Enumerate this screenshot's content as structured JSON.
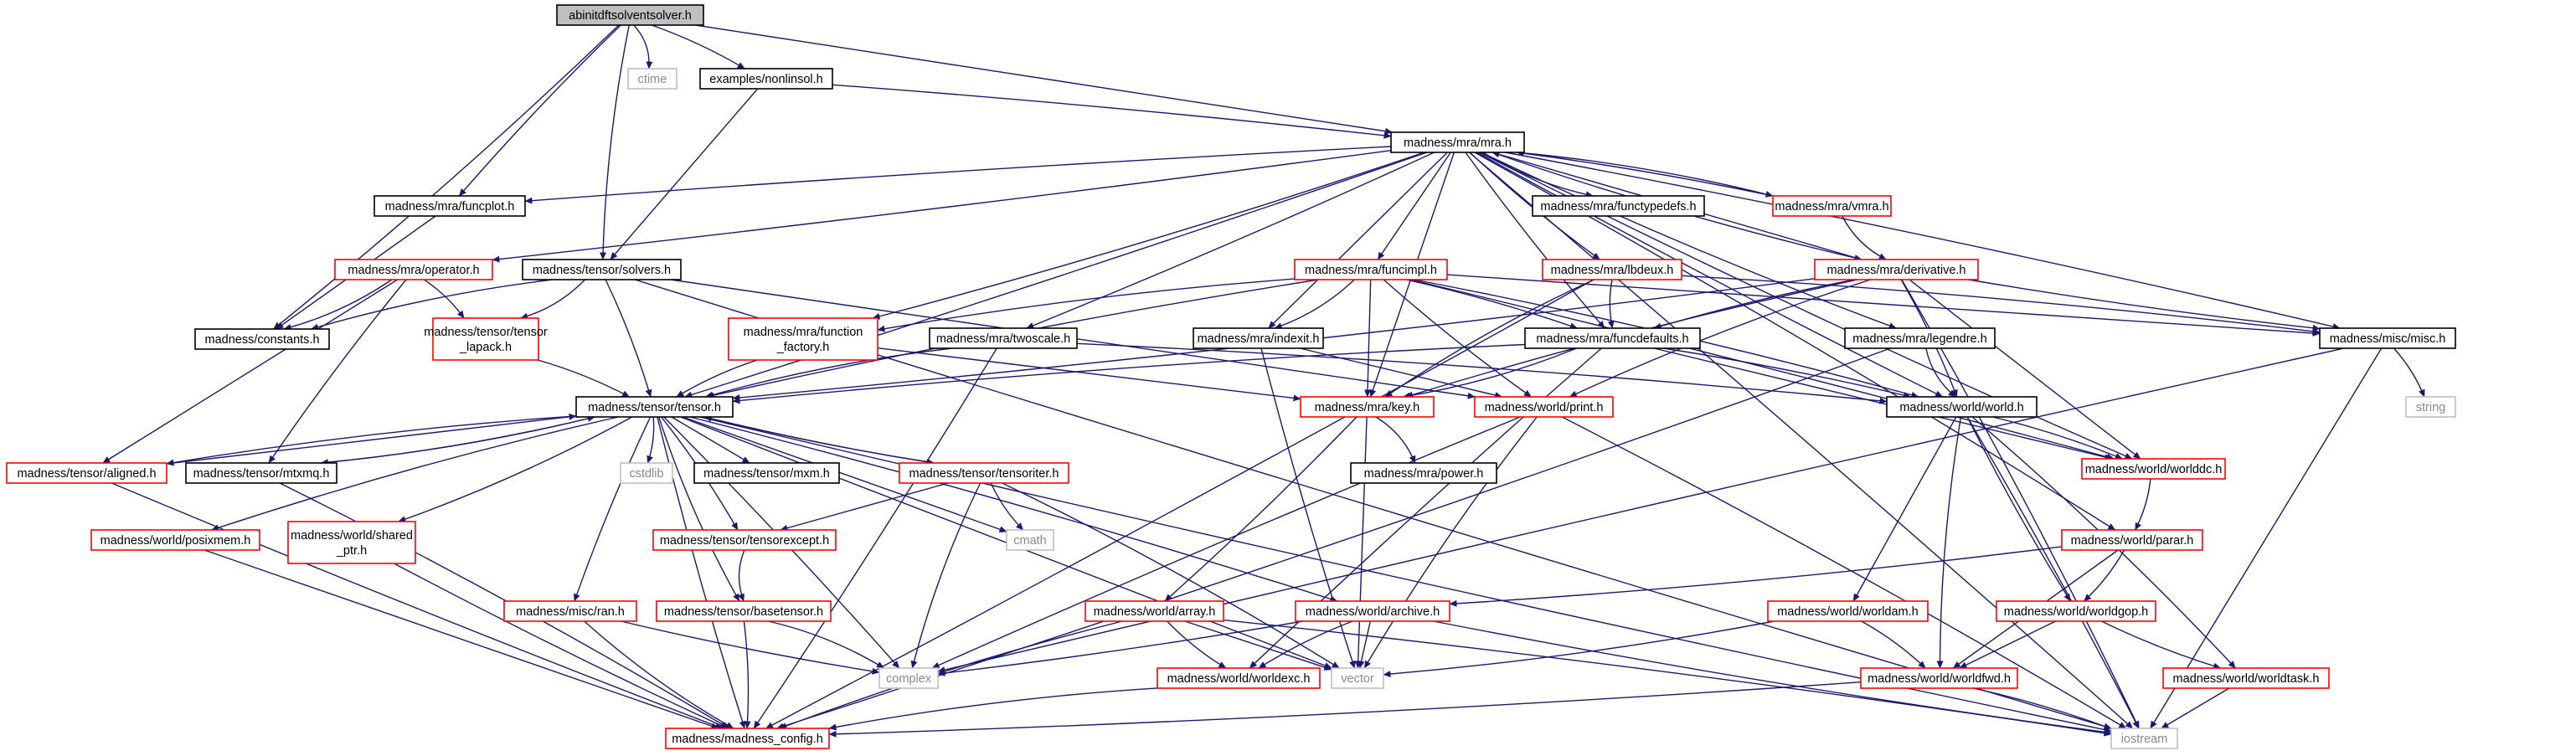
{
  "diagram": {
    "type": "include-dependency-graph",
    "colors": {
      "root_fill": "#bfbfbf",
      "normal_border": "#000000",
      "truncated_border": "#ff0000",
      "system_border": "#bfbfbf",
      "edge": "#191970",
      "background": "#ffffff"
    },
    "nodes": [
      {
        "id": "root",
        "label": "abinitdftsolventsolver.h",
        "style": "root"
      },
      {
        "id": "ctime",
        "label": "ctime",
        "style": "system"
      },
      {
        "id": "nonlinsol",
        "label": "examples/nonlinsol.h",
        "style": "normal"
      },
      {
        "id": "mra",
        "label": "madness/mra/mra.h",
        "style": "normal"
      },
      {
        "id": "funcplot",
        "label": "madness/mra/funcplot.h",
        "style": "normal"
      },
      {
        "id": "functypedefs",
        "label": "madness/mra/functypedefs.h",
        "style": "normal"
      },
      {
        "id": "vmra",
        "label": "madness/mra/vmra.h",
        "style": "truncated"
      },
      {
        "id": "operator",
        "label": "madness/mra/operator.h",
        "style": "truncated"
      },
      {
        "id": "solvers",
        "label": "madness/tensor/solvers.h",
        "style": "normal"
      },
      {
        "id": "funcimpl",
        "label": "madness/mra/funcimpl.h",
        "style": "truncated"
      },
      {
        "id": "lbdeux",
        "label": "madness/mra/lbdeux.h",
        "style": "truncated"
      },
      {
        "id": "derivative",
        "label": "madness/mra/derivative.h",
        "style": "truncated"
      },
      {
        "id": "constants",
        "label": "madness/constants.h",
        "style": "normal"
      },
      {
        "id": "tensor_lapack",
        "label": "madness/tensor/tensor\n_lapack.h",
        "style": "truncated"
      },
      {
        "id": "function_factory",
        "label": "madness/mra/function\n_factory.h",
        "style": "truncated"
      },
      {
        "id": "twoscale",
        "label": "madness/mra/twoscale.h",
        "style": "normal"
      },
      {
        "id": "indexit",
        "label": "madness/mra/indexit.h",
        "style": "normal"
      },
      {
        "id": "funcdefaults",
        "label": "madness/mra/funcdefaults.h",
        "style": "normal"
      },
      {
        "id": "legendre",
        "label": "madness/mra/legendre.h",
        "style": "normal"
      },
      {
        "id": "misc",
        "label": "madness/misc/misc.h",
        "style": "normal"
      },
      {
        "id": "tensor",
        "label": "madness/tensor/tensor.h",
        "style": "normal"
      },
      {
        "id": "key",
        "label": "madness/mra/key.h",
        "style": "truncated"
      },
      {
        "id": "print",
        "label": "madness/world/print.h",
        "style": "truncated"
      },
      {
        "id": "world",
        "label": "madness/world/world.h",
        "style": "normal"
      },
      {
        "id": "string",
        "label": "string",
        "style": "system"
      },
      {
        "id": "aligned",
        "label": "madness/tensor/aligned.h",
        "style": "truncated"
      },
      {
        "id": "mtxmq",
        "label": "madness/tensor/mtxmq.h",
        "style": "normal"
      },
      {
        "id": "cstdlib",
        "label": "cstdlib",
        "style": "system"
      },
      {
        "id": "mxm",
        "label": "madness/tensor/mxm.h",
        "style": "normal"
      },
      {
        "id": "tensoriter",
        "label": "madness/tensor/tensoriter.h",
        "style": "truncated"
      },
      {
        "id": "power",
        "label": "madness/mra/power.h",
        "style": "normal"
      },
      {
        "id": "worlddc",
        "label": "madness/world/worlddc.h",
        "style": "truncated"
      },
      {
        "id": "posixmem",
        "label": "madness/world/posixmem.h",
        "style": "truncated"
      },
      {
        "id": "shared_ptr",
        "label": "madness/world/shared\n_ptr.h",
        "style": "truncated"
      },
      {
        "id": "tensorexcept",
        "label": "madness/tensor/tensorexcept.h",
        "style": "truncated"
      },
      {
        "id": "cmath",
        "label": "cmath",
        "style": "system"
      },
      {
        "id": "parar",
        "label": "madness/world/parar.h",
        "style": "truncated"
      },
      {
        "id": "ran",
        "label": "madness/misc/ran.h",
        "style": "truncated"
      },
      {
        "id": "basetensor",
        "label": "madness/tensor/basetensor.h",
        "style": "truncated"
      },
      {
        "id": "array",
        "label": "madness/world/array.h",
        "style": "truncated"
      },
      {
        "id": "archive",
        "label": "madness/world/archive.h",
        "style": "truncated"
      },
      {
        "id": "worldam",
        "label": "madness/world/worldam.h",
        "style": "truncated"
      },
      {
        "id": "worldgop",
        "label": "madness/world/worldgop.h",
        "style": "truncated"
      },
      {
        "id": "complex",
        "label": "complex",
        "style": "system"
      },
      {
        "id": "vector",
        "label": "vector",
        "style": "system"
      },
      {
        "id": "worldexc",
        "label": "madness/world/worldexc.h",
        "style": "truncated"
      },
      {
        "id": "worldfwd",
        "label": "madness/world/worldfwd.h",
        "style": "truncated"
      },
      {
        "id": "worldtask",
        "label": "madness/world/worldtask.h",
        "style": "truncated"
      },
      {
        "id": "madness_config",
        "label": "madness/madness_config.h",
        "style": "truncated"
      },
      {
        "id": "iostream",
        "label": "iostream",
        "style": "system"
      }
    ],
    "edges": [
      [
        "root",
        "ctime"
      ],
      [
        "root",
        "nonlinsol"
      ],
      [
        "root",
        "mra"
      ],
      [
        "root",
        "funcplot"
      ],
      [
        "root",
        "solvers"
      ],
      [
        "root",
        "constants"
      ],
      [
        "nonlinsol",
        "mra"
      ],
      [
        "nonlinsol",
        "solvers"
      ],
      [
        "mra",
        "funcplot"
      ],
      [
        "mra",
        "functypedefs"
      ],
      [
        "mra",
        "vmra"
      ],
      [
        "mra",
        "operator"
      ],
      [
        "mra",
        "funcimpl"
      ],
      [
        "mra",
        "lbdeux"
      ],
      [
        "mra",
        "derivative"
      ],
      [
        "mra",
        "function_factory"
      ],
      [
        "mra",
        "twoscale"
      ],
      [
        "mra",
        "indexit"
      ],
      [
        "mra",
        "funcdefaults"
      ],
      [
        "mra",
        "legendre"
      ],
      [
        "mra",
        "misc"
      ],
      [
        "mra",
        "tensor"
      ],
      [
        "mra",
        "key"
      ],
      [
        "mra",
        "world"
      ],
      [
        "mra",
        "worlddc"
      ],
      [
        "mra",
        "parar"
      ],
      [
        "mra",
        "iostream"
      ],
      [
        "funcplot",
        "constants"
      ],
      [
        "vmra",
        "mra"
      ],
      [
        "vmra",
        "derivative"
      ],
      [
        "operator",
        "constants"
      ],
      [
        "operator",
        "tensor_lapack"
      ],
      [
        "operator",
        "aligned"
      ],
      [
        "operator",
        "mtxmq"
      ],
      [
        "solvers",
        "constants"
      ],
      [
        "solvers",
        "tensor_lapack"
      ],
      [
        "solvers",
        "tensor"
      ],
      [
        "solvers",
        "print"
      ],
      [
        "solvers",
        "iostream"
      ],
      [
        "funcimpl",
        "function_factory"
      ],
      [
        "funcimpl",
        "indexit"
      ],
      [
        "funcimpl",
        "funcdefaults"
      ],
      [
        "funcimpl",
        "key"
      ],
      [
        "funcimpl",
        "print"
      ],
      [
        "funcimpl",
        "tensor"
      ],
      [
        "funcimpl",
        "world"
      ],
      [
        "funcimpl",
        "worlddc"
      ],
      [
        "funcimpl",
        "misc"
      ],
      [
        "lbdeux",
        "funcdefaults"
      ],
      [
        "lbdeux",
        "key"
      ],
      [
        "lbdeux",
        "misc"
      ],
      [
        "lbdeux",
        "madness_config"
      ],
      [
        "derivative",
        "mra"
      ],
      [
        "derivative",
        "funcdefaults"
      ],
      [
        "derivative",
        "key"
      ],
      [
        "derivative",
        "tensor"
      ],
      [
        "derivative",
        "world"
      ],
      [
        "derivative",
        "worlddc"
      ],
      [
        "derivative",
        "misc"
      ],
      [
        "derivative",
        "print"
      ],
      [
        "derivative",
        "iostream"
      ],
      [
        "tensor_lapack",
        "tensor"
      ],
      [
        "function_factory",
        "key"
      ],
      [
        "function_factory",
        "tensor"
      ],
      [
        "twoscale",
        "tensor"
      ],
      [
        "twoscale",
        "world"
      ],
      [
        "twoscale",
        "madness_config"
      ],
      [
        "indexit",
        "print"
      ],
      [
        "indexit",
        "vector"
      ],
      [
        "funcdefaults",
        "tensor"
      ],
      [
        "funcdefaults",
        "key"
      ],
      [
        "funcdefaults",
        "world"
      ],
      [
        "funcdefaults",
        "worlddc"
      ],
      [
        "funcdefaults",
        "worldexc"
      ],
      [
        "legendre",
        "world"
      ],
      [
        "legendre",
        "madness_config"
      ],
      [
        "misc",
        "string"
      ],
      [
        "misc",
        "iostream"
      ],
      [
        "misc",
        "complex"
      ],
      [
        "tensor",
        "aligned"
      ],
      [
        "tensor",
        "mtxmq"
      ],
      [
        "tensor",
        "cstdlib"
      ],
      [
        "tensor",
        "mxm"
      ],
      [
        "tensor",
        "tensoriter"
      ],
      [
        "tensor",
        "posixmem"
      ],
      [
        "tensor",
        "shared_ptr"
      ],
      [
        "tensor",
        "tensorexcept"
      ],
      [
        "tensor",
        "cmath"
      ],
      [
        "tensor",
        "ran"
      ],
      [
        "tensor",
        "basetensor"
      ],
      [
        "tensor",
        "archive"
      ],
      [
        "tensor",
        "complex"
      ],
      [
        "tensor",
        "vector"
      ],
      [
        "tensor",
        "madness_config"
      ],
      [
        "tensor",
        "iostream"
      ],
      [
        "key",
        "power"
      ],
      [
        "key",
        "array"
      ],
      [
        "key",
        "vector"
      ],
      [
        "print",
        "complex"
      ],
      [
        "print",
        "vector"
      ],
      [
        "print",
        "iostream"
      ],
      [
        "world",
        "worlddc"
      ],
      [
        "world",
        "worldam"
      ],
      [
        "world",
        "worldgop"
      ],
      [
        "world",
        "worldfwd"
      ],
      [
        "world",
        "worldtask"
      ],
      [
        "world",
        "iostream"
      ],
      [
        "aligned",
        "tensor"
      ],
      [
        "aligned",
        "madness_config"
      ],
      [
        "mtxmq",
        "tensor"
      ],
      [
        "mtxmq",
        "madness_config"
      ],
      [
        "tensoriter",
        "tensor"
      ],
      [
        "tensoriter",
        "tensorexcept"
      ],
      [
        "tensoriter",
        "cmath"
      ],
      [
        "tensoriter",
        "complex"
      ],
      [
        "tensoriter",
        "vector"
      ],
      [
        "worlddc",
        "parar"
      ],
      [
        "posixmem",
        "madness_config"
      ],
      [
        "shared_ptr",
        "madness_config"
      ],
      [
        "tensorexcept",
        "basetensor"
      ],
      [
        "parar",
        "archive"
      ],
      [
        "parar",
        "worldgop"
      ],
      [
        "parar",
        "worldfwd"
      ],
      [
        "ran",
        "complex"
      ],
      [
        "ran",
        "madness_config"
      ],
      [
        "basetensor",
        "complex"
      ],
      [
        "basetensor",
        "madness_config"
      ],
      [
        "array",
        "vector"
      ],
      [
        "array",
        "worldexc"
      ],
      [
        "array",
        "madness_config"
      ],
      [
        "array",
        "iostream"
      ],
      [
        "archive",
        "complex"
      ],
      [
        "archive",
        "vector"
      ],
      [
        "archive",
        "worldexc"
      ],
      [
        "archive",
        "iostream"
      ],
      [
        "worldam",
        "vector"
      ],
      [
        "worldam",
        "worldfwd"
      ],
      [
        "worldgop",
        "worldfwd"
      ],
      [
        "worldgop",
        "worldtask"
      ],
      [
        "worldexc",
        "madness_config"
      ],
      [
        "worldfwd",
        "madness_config"
      ],
      [
        "worldfwd",
        "iostream"
      ],
      [
        "worldtask",
        "iostream"
      ]
    ]
  }
}
